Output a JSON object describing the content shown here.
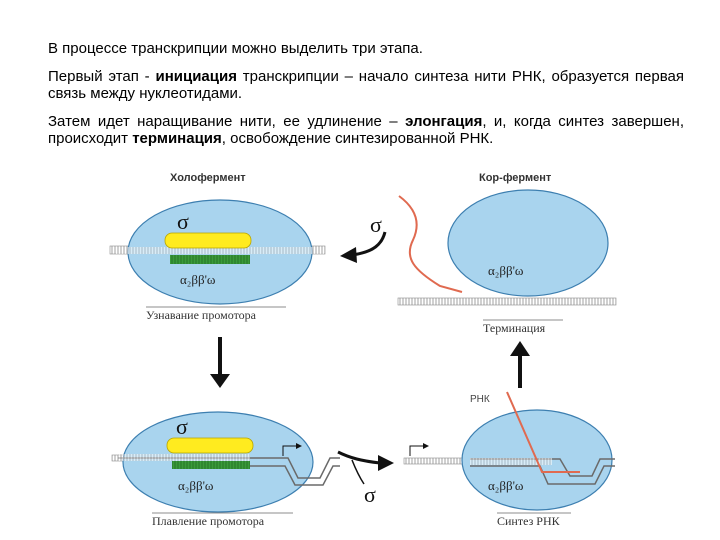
{
  "text": {
    "p1": "В процессе транскрипции можно выделить три этапа.",
    "p2_a": "Первый этап - ",
    "p2_b": "инициация",
    "p2_c": " транскрипции – начало синтеза нити РНК, образуется первая связь между нуклеотидами.",
    "p3_a": "Затем идет наращивание нити, ее удлинение – ",
    "p3_b": "элонгация",
    "p3_c": ", и, когда синтез завершен, происходит ",
    "p3_d": "терминация",
    "p3_e": ", освобождение синтезированной РНК."
  },
  "diagram": {
    "holoenzyme": "Холофермент",
    "core_enzyme": "Кор-фермент",
    "sigma": "σ",
    "subunits": "α₂ββ'ω",
    "rnk": "РНК",
    "step_recognition": "Узнавание промотора",
    "step_termination": "Терминация",
    "step_melting": "Плавление промотора",
    "step_synthesis": "Синтез РНК"
  },
  "colors": {
    "enzyme_fill": "#a9d4ee",
    "enzyme_stroke": "#3d7fb0",
    "sigma_fill": "#ffeb1f",
    "promoter": "#3a9a3a",
    "rna": "#e06a50",
    "arrow": "#111111"
  }
}
